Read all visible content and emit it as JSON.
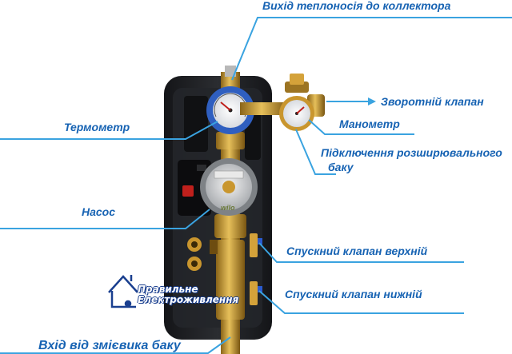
{
  "labels": {
    "outlet": "Вихід теплоносія до коллектора",
    "check_valve": "Зворотній клапан",
    "thermometer": "Термометр",
    "manometer": "Манометр",
    "expansion_line1": "Підключення розширювального",
    "expansion_line2": "баку",
    "pump": "Насос",
    "drain_upper": "Спускний клапан верхній",
    "drain_lower": "Спускний клапан нижній",
    "inlet": "Вхід від змієвика баку"
  },
  "pump_brand": "wilo",
  "logo": {
    "line1": "Правильне",
    "line2": "Електроживлення"
  },
  "colors": {
    "label_text": "#1763b3",
    "leader_line": "#3aa3e0",
    "insulation": "#1e1f22",
    "brass": "#c9962e",
    "gauge_blue": "#2f5fc0"
  }
}
